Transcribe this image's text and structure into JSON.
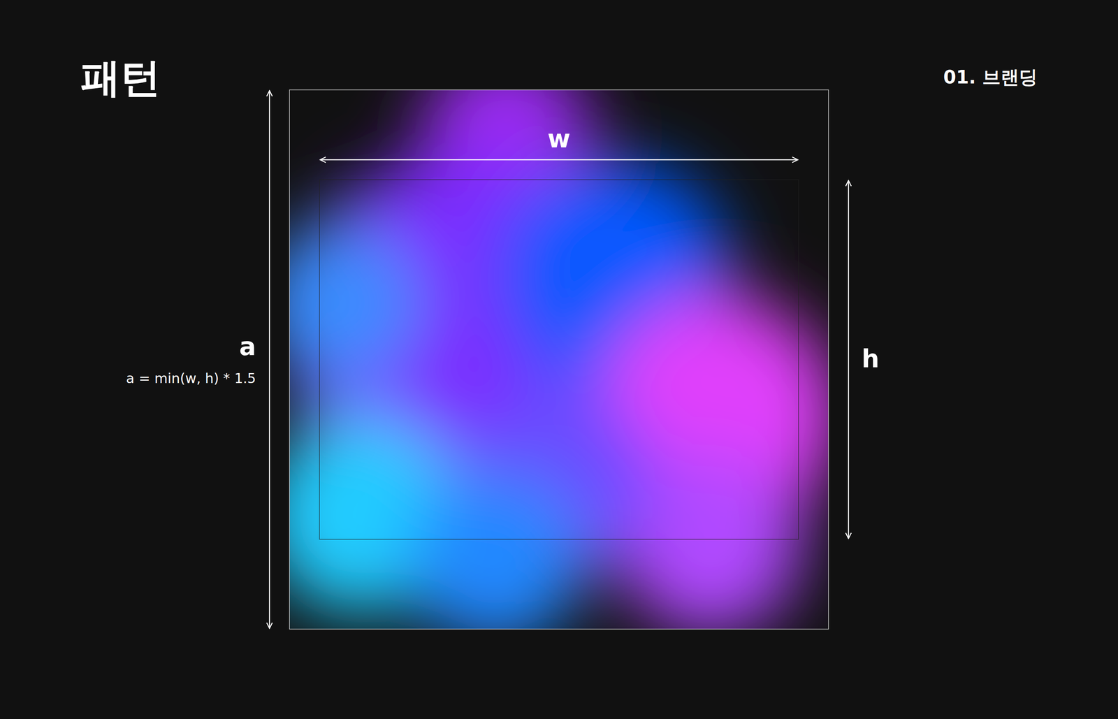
{
  "diagram": {
    "title": "패턴",
    "labels": [
      "01. 브랜딩",
      "w",
      "a",
      "a = min(w, h) * 1.5",
      "h"
    ]
  }
}
